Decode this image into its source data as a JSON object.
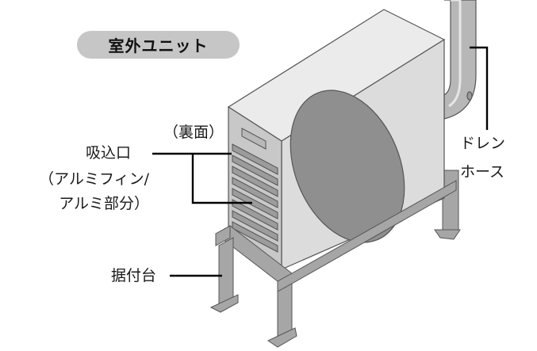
{
  "title": "室外ユニット",
  "labels": {
    "back_side": "（裏面）",
    "intake": "吸込口",
    "intake_note_1": "（アルミフィン/",
    "intake_note_2": "アルミ部分）",
    "drain_1": "ドレン",
    "drain_2": "ホース",
    "stand": "据付台"
  },
  "colors": {
    "badge": "#c6c6c6",
    "unit_front": "#dcdcdc",
    "unit_top": "#ebebeb",
    "unit_side": "#c4c4c4",
    "fan": "#8f8f8f",
    "stand": "#a6a6a6",
    "line": "#000000"
  }
}
